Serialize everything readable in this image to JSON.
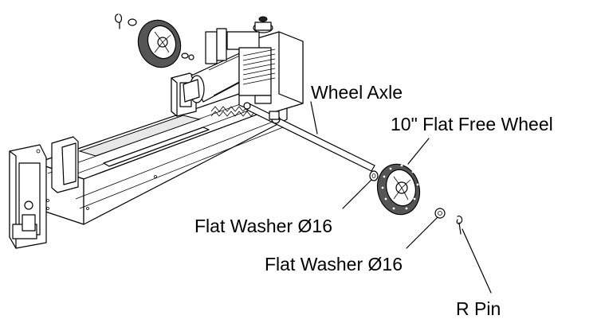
{
  "labels": {
    "wheel_axle": "Wheel Axle",
    "flat_free_wheel": "10\" Flat Free Wheel",
    "flat_washer_1": "Flat Washer Ø16",
    "flat_washer_2": "Flat Washer Ø16",
    "r_pin": "R Pin"
  }
}
